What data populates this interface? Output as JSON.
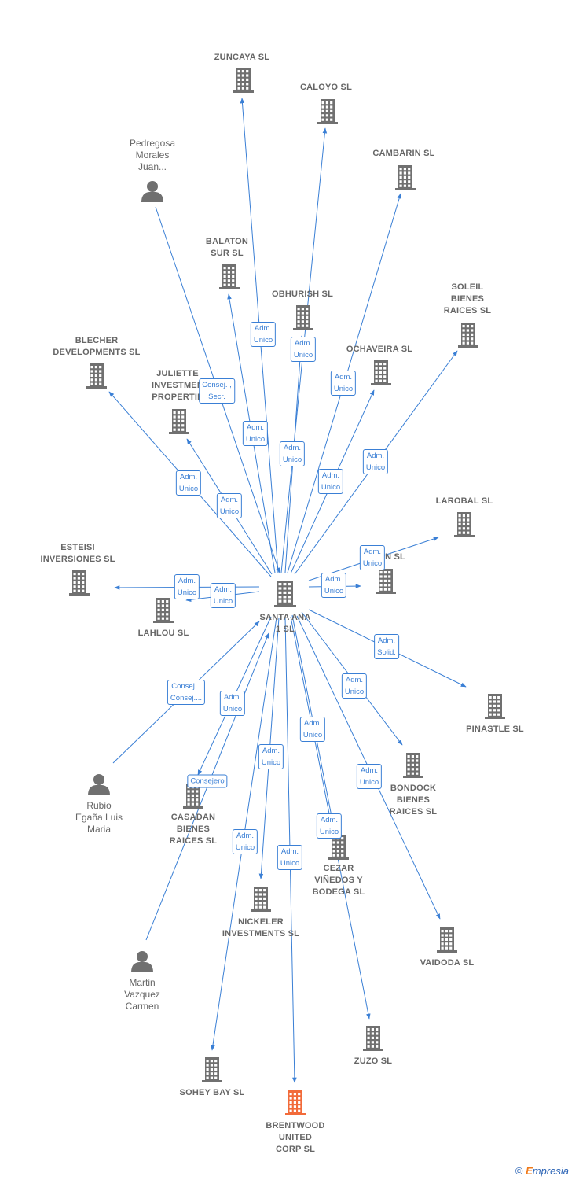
{
  "center": {
    "id": "santa",
    "label": "SANTA ANA\n1 SL"
  },
  "companies": [
    {
      "id": "zuncaya",
      "label": "ZUNCAYA SL"
    },
    {
      "id": "caloyo",
      "label": "CALOYO SL"
    },
    {
      "id": "cambarin",
      "label": "CAMBARIN SL"
    },
    {
      "id": "balaton",
      "label": "BALATON\nSUR SL"
    },
    {
      "id": "obhurish",
      "label": "OBHURISH SL"
    },
    {
      "id": "soleil",
      "label": "SOLEIL\nBIENES\nRAICES SL"
    },
    {
      "id": "blecher",
      "label": "BLECHER\nDEVELOPMENTS SL"
    },
    {
      "id": "ochaveira",
      "label": "OCHAVEIRA SL"
    },
    {
      "id": "juliette",
      "label": "JULIETTE\nINVESTMEN\nPROPERTIE"
    },
    {
      "id": "larobal",
      "label": "LAROBAL SL"
    },
    {
      "id": "esteisi",
      "label": "ESTEISI\nINVERSIONES SL"
    },
    {
      "id": "nsl",
      "label": "N SL"
    },
    {
      "id": "lahlou",
      "label": "LAHLOU SL"
    },
    {
      "id": "pinastle",
      "label": "PINASTLE SL"
    },
    {
      "id": "bondock",
      "label": "BONDOCK\nBIENES\nRAICES SL"
    },
    {
      "id": "casadan",
      "label": "CASADAN\nBIENES\nRAICES SL"
    },
    {
      "id": "cezar",
      "label": "CEZAR\nVIÑEDOS Y\nBODEGA SL"
    },
    {
      "id": "nickeler",
      "label": "NICKELER\nINVESTMENTS SL"
    },
    {
      "id": "vaidoda",
      "label": "VAIDODA SL"
    },
    {
      "id": "zuzo",
      "label": "ZUZO SL"
    },
    {
      "id": "sohey",
      "label": "SOHEY BAY SL"
    },
    {
      "id": "brentwood",
      "label": "BRENTWOOD\nUNITED\nCORP SL",
      "highlight": true
    }
  ],
  "persons": [
    {
      "id": "pedregosa",
      "label": "Pedregosa\nMorales\nJuan..."
    },
    {
      "id": "rubio",
      "label": "Rubio\nEgaña Luis\nMaria"
    },
    {
      "id": "martin",
      "label": "Martin\nVazquez\nCarmen"
    }
  ],
  "edges": [
    {
      "from": "santa",
      "to": "zuncaya",
      "role": "Adm.\nUnico"
    },
    {
      "from": "santa",
      "to": "caloyo",
      "role": "Adm.\nUnico"
    },
    {
      "from": "santa",
      "to": "cambarin",
      "role": "Adm.\nUnico"
    },
    {
      "from": "santa",
      "to": "balaton",
      "role": "Adm.\nUnico"
    },
    {
      "from": "santa",
      "to": "obhurish",
      "role": "Adm.\nUnico"
    },
    {
      "from": "santa",
      "to": "soleil",
      "role": "Adm.\nUnico"
    },
    {
      "from": "santa",
      "to": "blecher",
      "role": "Adm.\nUnico"
    },
    {
      "from": "santa",
      "to": "ochaveira",
      "role": "Adm.\nUnico"
    },
    {
      "from": "santa",
      "to": "juliette",
      "role": "Adm.\nUnico"
    },
    {
      "from": "santa",
      "to": "larobal",
      "role": "Adm.\nUnico"
    },
    {
      "from": "santa",
      "to": "esteisi",
      "role": "Adm.\nUnico"
    },
    {
      "from": "santa",
      "to": "nsl",
      "role": "Adm.\nUnico"
    },
    {
      "from": "santa",
      "to": "lahlou",
      "role": "Adm.\nUnico"
    },
    {
      "from": "santa",
      "to": "pinastle",
      "role": "Adm.\nSolid."
    },
    {
      "from": "santa",
      "to": "bondock",
      "role": "Adm.\nUnico"
    },
    {
      "from": "santa",
      "to": "cezar",
      "role": "Adm.\nUnico"
    },
    {
      "from": "santa",
      "to": "nickeler",
      "role": "Adm.\nUnico"
    },
    {
      "from": "santa",
      "to": "vaidoda",
      "role": "Adm.\nUnico"
    },
    {
      "from": "santa",
      "to": "zuzo",
      "role": "Adm.\nUnico"
    },
    {
      "from": "santa",
      "to": "brentwood",
      "role": "Adm.\nUnico"
    },
    {
      "from": "santa",
      "to": "sohey",
      "role": "Adm.\nUnico"
    },
    {
      "from": "santa",
      "to": "casadan",
      "role": "Consejero"
    },
    {
      "from": "pedregosa",
      "to": "santa",
      "role": "Consej. ,\nSecr."
    },
    {
      "from": "rubio",
      "to": "santa",
      "role": "Consej. ,\nConsej...."
    },
    {
      "from": "martin",
      "to": "santa",
      "role": "Adm.\nUnico"
    }
  ],
  "footer": {
    "copyright": "©",
    "brand_initial": "E",
    "brand_rest": "mpresia"
  },
  "colors": {
    "edge": "#3a7fd5",
    "node": "#707070",
    "highlight": "#f26b3a",
    "label": "#666666"
  }
}
